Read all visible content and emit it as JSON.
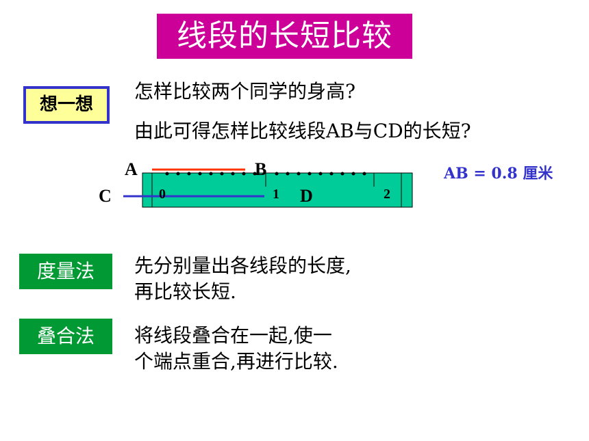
{
  "title": "线段的长短比较",
  "think": {
    "label": "想一想",
    "question1": "怎样比较两个同学的身高?",
    "question2": "由此可得怎样比较线段AB与CD的长短?"
  },
  "figure": {
    "point_a": "A",
    "point_b": "B",
    "point_c": "C",
    "point_d": "D",
    "ruler_labels": [
      "0",
      "1",
      "2"
    ],
    "ab_length": "AB = 0.8 厘米",
    "colors": {
      "ruler": "#00cc99",
      "segment_ab": "#ff3300",
      "segment_cd": "#3333cc"
    }
  },
  "methods": [
    {
      "label": "度量法",
      "line1": "先分别量出各线段的长度,",
      "line2": "再比较长短."
    },
    {
      "label": "叠合法",
      "line1": "将线段叠合在一起,使一",
      "line2": "个端点重合,再进行比较."
    }
  ],
  "colors": {
    "title_bg": "#cc0099",
    "think_border": "#3333cc",
    "think_bg": "#ffff99",
    "tag_bg": "#009933"
  }
}
